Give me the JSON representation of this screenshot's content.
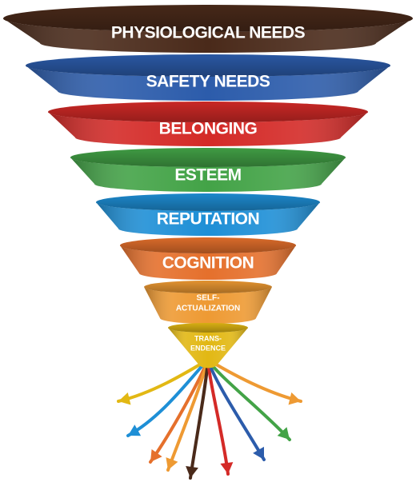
{
  "diagram": {
    "layers": [
      {
        "label": "PHYSIOLOGICAL NEEDS",
        "color": "#4a2a1a"
      },
      {
        "label": "SAFETY NEEDS",
        "color": "#2c5cab"
      },
      {
        "label": "BELONGING",
        "color": "#d42a27"
      },
      {
        "label": "ESTEEM",
        "color": "#43a347"
      },
      {
        "label": "REPUTATION",
        "color": "#1e8fd6"
      },
      {
        "label": "COGNITION",
        "color": "#e5702c"
      },
      {
        "label": "SELF-",
        "label2": "ACTUALIZATION",
        "color": "#ee9a33"
      },
      {
        "label": "TRANS-",
        "label2": "ENDENCE",
        "color": "#e2b814"
      }
    ],
    "arrow_colors": [
      "#e2b814",
      "#1e8fd6",
      "#e5702c",
      "#ee9a33",
      "#4a2a1a",
      "#d42a27",
      "#2c5cab",
      "#43a347",
      "#ee9a33"
    ]
  }
}
